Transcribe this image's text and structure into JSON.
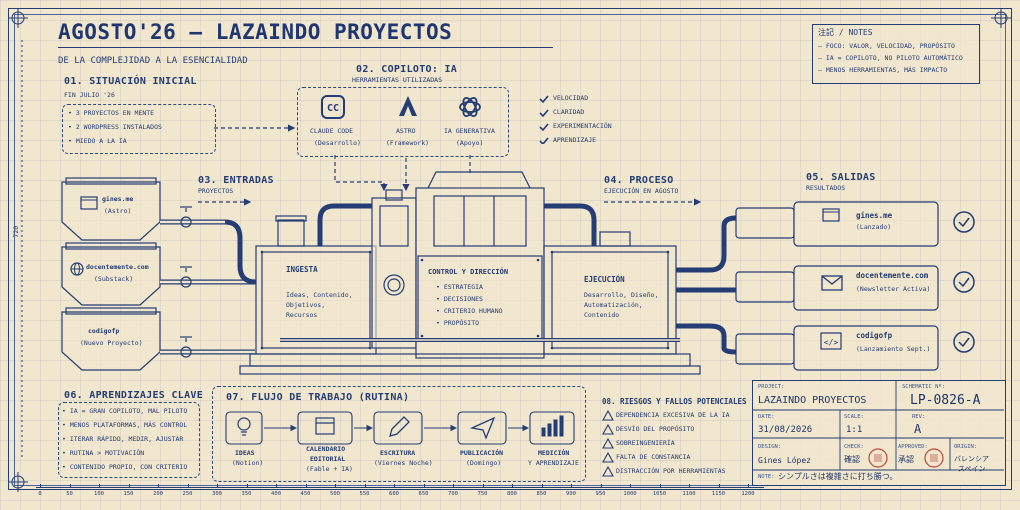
{
  "title": "AGOSTO'26 – LAZAINDO PROYECTOS",
  "subtitle": "DE LA COMPLEJIDAD A LA ESENCIALIDAD",
  "dimension_label": "720",
  "notes": {
    "title": "注記 / NOTES",
    "items": [
      "– FOCO: VALOR, VELOCIDAD, PROPÓSITO",
      "– IA = COPILOTO, NO PILOTO AUTOMÁTICO",
      "– MENOS HERRAMIENTAS, MÁS IMPACTO"
    ]
  },
  "situacion": {
    "title": "01. SITUACIÓN INICIAL",
    "subtitle": "FIN JULIO '26",
    "items": [
      "• 3 PROYECTOS EN MENTE",
      "• 2 WORDPRESS INSTALADOS",
      "• MIEDO A LA IA"
    ]
  },
  "copiloto": {
    "title": "02. COPILOTO: IA",
    "subtitle": "HERRAMIENTAS UTILIZADAS",
    "tools": [
      {
        "name": "CLAUDE CODE",
        "role": "(Desarrollo)",
        "icon": "claude-code-icon"
      },
      {
        "name": "ASTRO",
        "role": "(Framework)",
        "icon": "astro-icon"
      },
      {
        "name": "IA GENERATIVA",
        "role": "(Apoyo)",
        "icon": "openai-icon"
      }
    ]
  },
  "benefits": [
    "VELOCIDAD",
    "CLARIDAD",
    "EXPERIMENTACIÓN",
    "APRENDIZAJE"
  ],
  "entradas": {
    "title": "03. ENTRADAS",
    "subtitle": "PROYECTOS",
    "items": [
      {
        "name": "gines.me",
        "sub": "(Astro)",
        "icon": "browser-icon"
      },
      {
        "name": "docentemente.com",
        "sub": "(Substack)",
        "icon": "globe-icon"
      },
      {
        "name": "codigofp",
        "sub": "(Nuevo Proyecto)",
        "icon": "blank-icon"
      }
    ]
  },
  "proceso": {
    "title": "04. PROCESO",
    "subtitle": "EJECUCIÓN EN AGOSTO"
  },
  "salidas": {
    "title": "05. SALIDAS",
    "subtitle": "RESULTADOS",
    "items": [
      {
        "name": "gines.me",
        "sub": "(Lanzado)",
        "icon": "browser-icon"
      },
      {
        "name": "docentemente.com",
        "sub": "(Newsletter Activa)",
        "icon": "mail-icon"
      },
      {
        "name": "codigofp",
        "sub": "(Lanzamiento Sept.)",
        "icon": "code-icon"
      }
    ]
  },
  "machine": {
    "ingesta": {
      "title": "INGESTA",
      "text": [
        "Ideas, Contenido,",
        "Objetivos,",
        "Recursos"
      ]
    },
    "control": {
      "title": "CONTROL Y DIRECCIÓN",
      "items": [
        "• ESTRATEGIA",
        "• DECISIONES",
        "• CRITERIO HUMANO",
        "• PROPÓSITO"
      ]
    },
    "ejecucion": {
      "title": "EJECUCIÓN",
      "text": [
        "Desarrollo, Diseño,",
        "Automatización,",
        "Contenido"
      ]
    }
  },
  "aprendizajes": {
    "title": "06. APRENDIZAJES CLAVE",
    "items": [
      "• IA = GRAN COPILOTO, MAL PILOTO",
      "• MENOS PLATAFORMAS, MÁS CONTROL",
      "• ITERAR RÁPIDO, MEDIR, AJUSTAR",
      "• RUTINA > MOTIVACIÓN",
      "• CONTENIDO PROPIO, CON CRITERIO"
    ]
  },
  "flujo": {
    "title": "07. FLUJO DE TRABAJO (RUTINA)",
    "steps": [
      {
        "name": "IDEAS",
        "sub": "(Notion)",
        "icon": "bulb-icon"
      },
      {
        "name": "CALENDARIO",
        "name2": "EDITORIAL",
        "sub": "(Fable + IA)",
        "icon": "calendar-icon"
      },
      {
        "name": "ESCRITURA",
        "sub": "(Viernes Noche)",
        "icon": "pencil-icon"
      },
      {
        "name": "PUBLICACIÓN",
        "sub": "(Domingo)",
        "icon": "send-icon"
      },
      {
        "name": "MEDICIÓN",
        "sub": "Y APRENDIZAJE",
        "icon": "chart-icon"
      }
    ]
  },
  "riesgos": {
    "title": "08. RIESGOS Y FALLOS POTENCIALES",
    "items": [
      "DEPENDENCIA EXCESIVA DE LA IA",
      "DESVÍO DEL PROPÓSITO",
      "SOBREINGENIERÍA",
      "FALTA DE CONSTANCIA",
      "DISTRACCIÓN POR HERRAMIENTAS"
    ]
  },
  "titleblock": {
    "project_label": "PROJECT:",
    "project": "LAZAINDO PROYECTOS",
    "schematic_label": "SCHEMATIC Nº:",
    "schematic": "LP-0826-A",
    "date_label": "DATE:",
    "date": "31/08/2026",
    "scale_label": "SCALE:",
    "scale": "1:1",
    "rev_label": "REV:",
    "rev": "A",
    "design_label": "DESIGN:",
    "design": "Gines López",
    "check_label": "CHECK:",
    "check": "確認",
    "approved_label": "APPROVED:",
    "approved": "承認",
    "origin_label": "ORIGIN:",
    "origin": "バレンシア",
    "origin2": "スペイン",
    "note_label": "NOTE:",
    "note": "シンプルさは複雑さに打ち勝つ。"
  },
  "ruler": [
    "0",
    "50",
    "100",
    "150",
    "200",
    "250",
    "300",
    "350",
    "400",
    "450",
    "500",
    "550",
    "600",
    "650",
    "700",
    "750",
    "800",
    "850",
    "900",
    "950",
    "1000",
    "1050",
    "1100",
    "1150",
    "1200"
  ],
  "colors": {
    "ink": "#243d74",
    "paper": "#f1e6ce",
    "stamp": "#b8463a"
  }
}
